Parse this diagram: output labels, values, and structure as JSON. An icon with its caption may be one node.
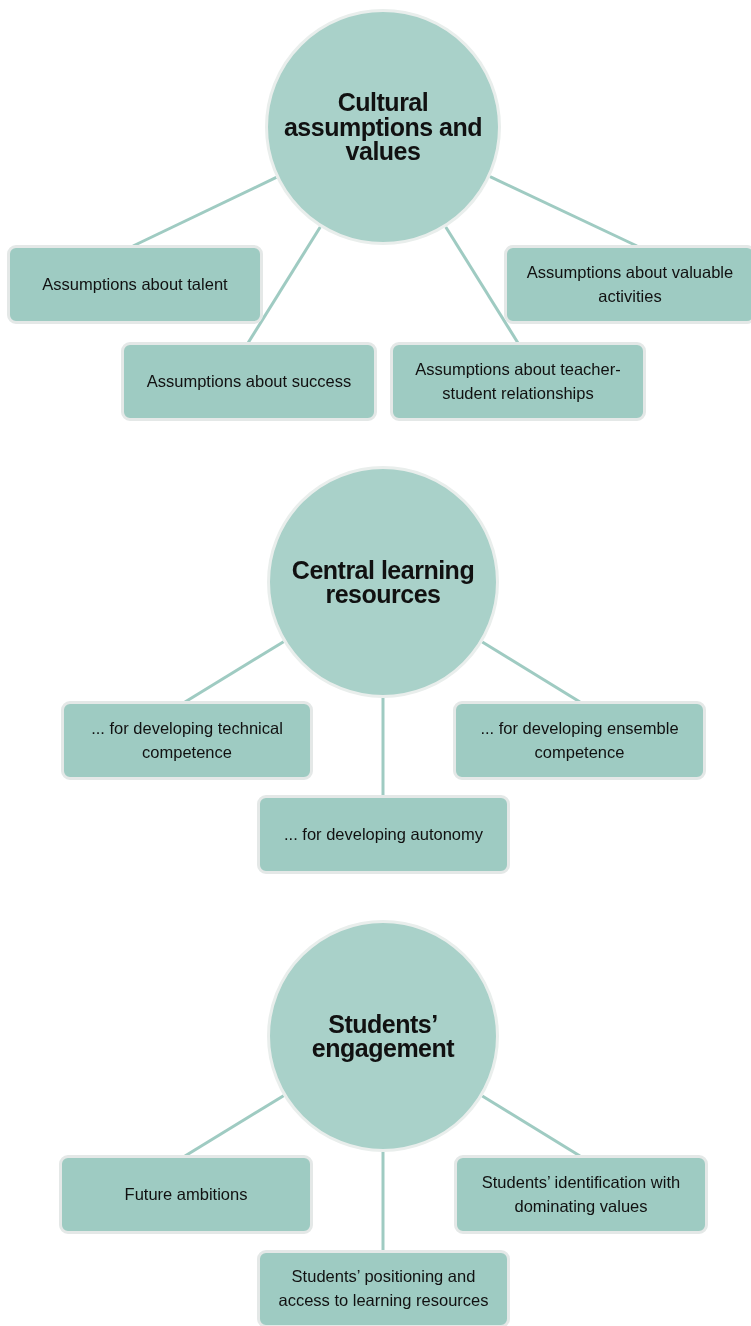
{
  "diagram": {
    "nodes": [
      {
        "text": [
          "Cultural assumptions and values"
        ]
      },
      {
        "text": [
          "Assumptions about talent"
        ]
      },
      {
        "text": [
          "Assumptions about valuable activities"
        ]
      },
      {
        "text": [
          "Assumptions about success"
        ]
      },
      {
        "text": [
          "Assumptions about teacher-student relationships"
        ]
      },
      {
        "text": [
          "Central learning resources"
        ]
      },
      {
        "text": [
          "... for developing technical competence"
        ]
      },
      {
        "text": [
          "... for developing ensemble competence"
        ]
      },
      {
        "text": [
          "... for developing autonomy"
        ]
      },
      {
        "text": [
          "Students’ engagement"
        ]
      },
      {
        "text": [
          "Future ambitions"
        ]
      },
      {
        "text": [
          "Students’ identification with dominating values"
        ]
      },
      {
        "text": [
          "Students’ positioning and access to learning resources"
        ]
      }
    ],
    "edges": [
      {
        "from": 0,
        "to": 1,
        "arrow": "none"
      },
      {
        "from": 0,
        "to": 2,
        "arrow": "none"
      },
      {
        "from": 0,
        "to": 3,
        "arrow": "none"
      },
      {
        "from": 0,
        "to": 4,
        "arrow": "none"
      },
      {
        "from": 5,
        "to": 6,
        "arrow": "none"
      },
      {
        "from": 5,
        "to": 7,
        "arrow": "none"
      },
      {
        "from": 5,
        "to": 8,
        "arrow": "none"
      },
      {
        "from": 9,
        "to": 10,
        "arrow": "none"
      },
      {
        "from": 9,
        "to": 11,
        "arrow": "none"
      },
      {
        "from": 9,
        "to": 12,
        "arrow": "none"
      }
    ]
  }
}
